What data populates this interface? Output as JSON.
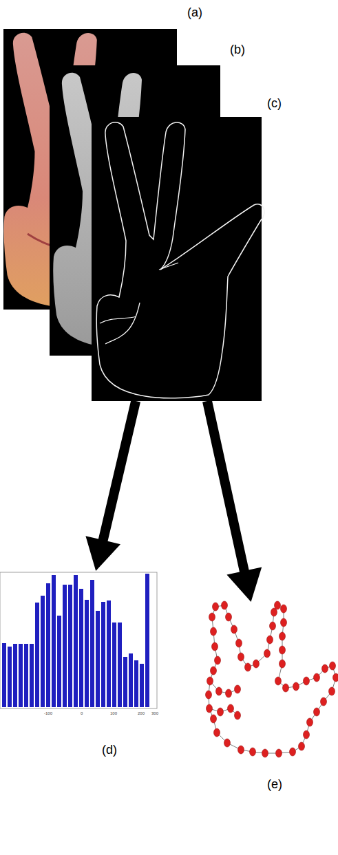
{
  "diagram": {
    "nodes": [
      {
        "text": [
          "(a)"
        ]
      },
      {
        "text": [
          "(b)"
        ]
      },
      {
        "text": [
          "(c)"
        ]
      },
      {
        "text": [
          "(d)"
        ]
      },
      {
        "text": [
          "(e)"
        ]
      }
    ],
    "edges": [
      {
        "from": 2,
        "to": 3,
        "arrow": "to"
      },
      {
        "from": 2,
        "to": 4,
        "arrow": "to"
      }
    ],
    "labels": [
      "-100",
      "0",
      "100",
      "200",
      "300"
    ]
  }
}
